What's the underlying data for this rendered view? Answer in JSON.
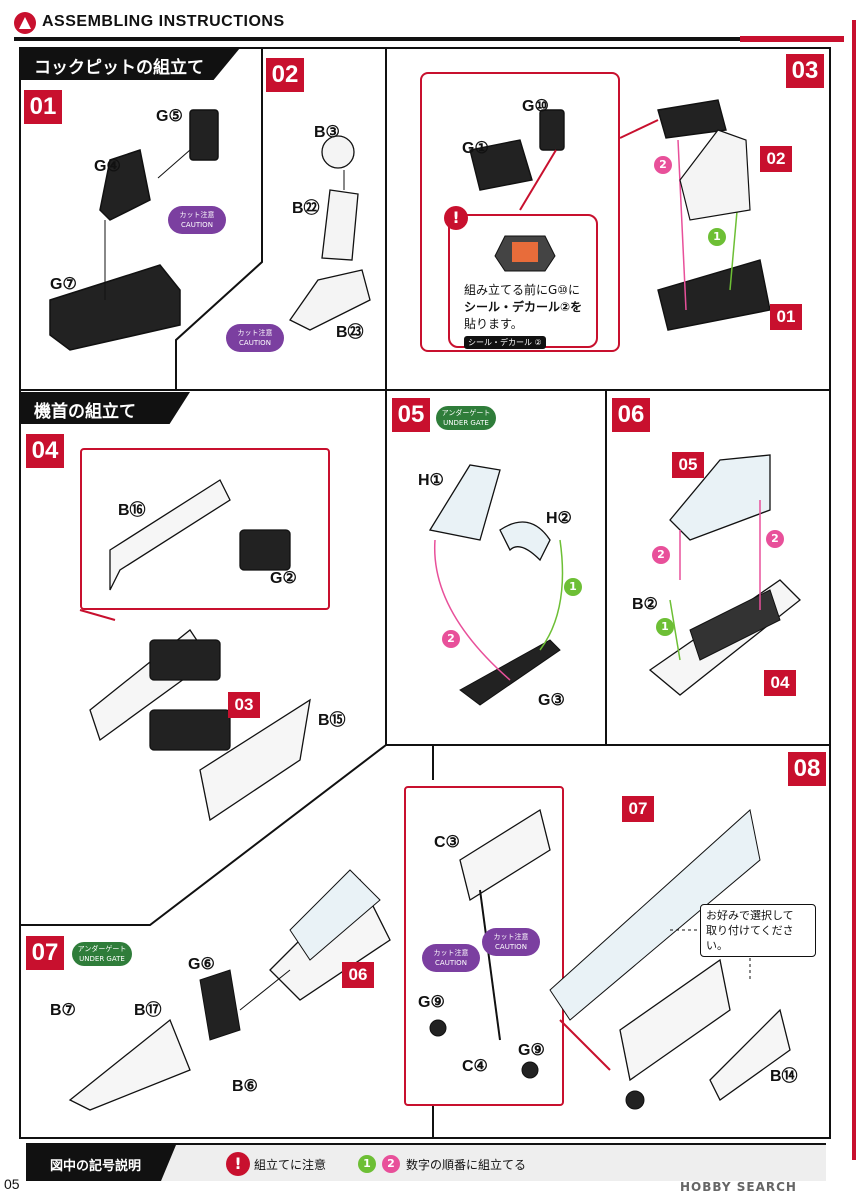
{
  "header": {
    "title": "ASSEMBLING INSTRUCTIONS"
  },
  "sections": {
    "cockpit": "コックピットの組立て",
    "nose": "機首の組立て"
  },
  "steps": [
    "01",
    "02",
    "03",
    "04",
    "05",
    "06",
    "07",
    "08"
  ],
  "step01": {
    "parts": [
      "G⑤",
      "G④",
      "G⑦"
    ],
    "caution": "カット注意\nCAUTION"
  },
  "step02": {
    "parts": [
      "B③",
      "B㉒",
      "B㉓"
    ],
    "caution": "カット注意\nCAUTION"
  },
  "step03": {
    "parts": [
      "G⑩",
      "G①"
    ],
    "refs": [
      "02",
      "01"
    ],
    "warning_line1": "組み立てる前にG⑩に",
    "warning_line2": "シール・デカール②を",
    "warning_line3": "貼ります。",
    "seal_tag": "シール・デカール ②"
  },
  "step04": {
    "parts": [
      "B⑯",
      "G②",
      "B⑮"
    ],
    "ref": "03"
  },
  "step05": {
    "gate": "アンダーゲート\nUNDER GATE",
    "parts": [
      "H①",
      "H②",
      "G③"
    ]
  },
  "step06": {
    "refs": [
      "05",
      "04"
    ],
    "parts": [
      "B②"
    ]
  },
  "step07": {
    "gate": "アンダーゲート\nUNDER GATE",
    "parts": [
      "G⑥",
      "B⑦",
      "B⑰",
      "B⑥"
    ],
    "ref": "06"
  },
  "step08": {
    "ref": "07",
    "parts": [
      "C③",
      "G⑨",
      "G⑨",
      "C④",
      "B⑭"
    ],
    "caution1": "カット注意\nCAUTION",
    "caution2": "カット注意\nCAUTION",
    "note": "お好みで選択して\n取り付けてください。"
  },
  "legend": {
    "head": "図中の記号説明",
    "warn_text": "組立てに注意",
    "order_text": "数字の順番に組立てる"
  },
  "page_number": "05",
  "watermark": "HOBBY SEARCH",
  "colors": {
    "accent": "#c8102e",
    "caution": "#7b3fa0",
    "gate": "#2f7d3a",
    "seq1": "#6dbf35",
    "seq2": "#e8509a"
  }
}
